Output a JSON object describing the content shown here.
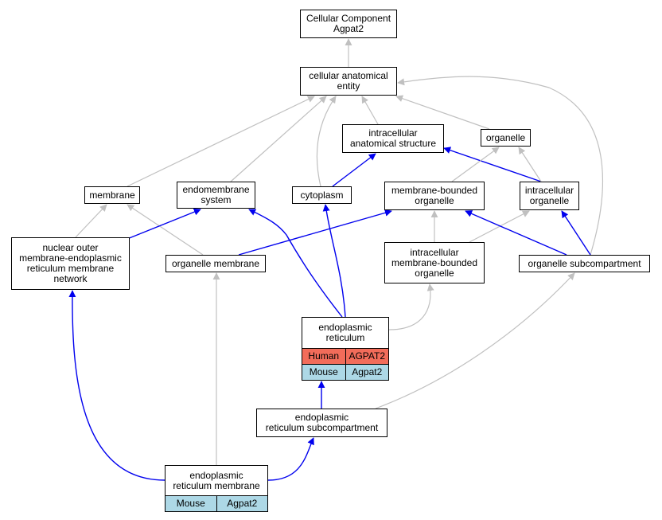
{
  "colors": {
    "human": "#f26c5a",
    "mouse": "#add8e6",
    "is_a_edge": "#c0c0c0",
    "part_of_edge": "#0000ee"
  },
  "nodes": {
    "cellular_component": {
      "label": "Cellular Component\nAgpat2"
    },
    "cellular_anatomical_entity": {
      "label": "cellular anatomical\nentity"
    },
    "intracellular_anatomical_structure": {
      "label": "intracellular\nanatomical structure"
    },
    "organelle": {
      "label": "organelle"
    },
    "membrane": {
      "label": "membrane"
    },
    "endomembrane_system": {
      "label": "endomembrane\nsystem"
    },
    "cytoplasm": {
      "label": "cytoplasm"
    },
    "membrane_bounded_organelle": {
      "label": "membrane-bounded\norganelle"
    },
    "intracellular_organelle": {
      "label": "intracellular\norganelle"
    },
    "nuclear_outer_membrane": {
      "label": "nuclear outer\nmembrane-endoplasmic\nreticulum membrane\nnetwork"
    },
    "organelle_membrane": {
      "label": "organelle membrane"
    },
    "intracellular_mbo": {
      "label": "intracellular\nmembrane-bounded\norganelle"
    },
    "organelle_subcompartment": {
      "label": "organelle subcompartment"
    },
    "endoplasmic_reticulum": {
      "label": "endoplasmic\nreticulum",
      "rows": [
        {
          "species": "Human",
          "gene": "AGPAT2"
        },
        {
          "species": "Mouse",
          "gene": "Agpat2"
        }
      ]
    },
    "er_subcompartment": {
      "label": "endoplasmic\nreticulum subcompartment"
    },
    "er_membrane": {
      "label": "endoplasmic\nreticulum membrane",
      "rows": [
        {
          "species": "Mouse",
          "gene": "Agpat2"
        }
      ]
    }
  },
  "edges": [
    {
      "from": "cellular_anatomical_entity",
      "to": "cellular_component",
      "type": "is_a"
    },
    {
      "from": "intracellular_anatomical_structure",
      "to": "cellular_anatomical_entity",
      "type": "is_a"
    },
    {
      "from": "organelle",
      "to": "cellular_anatomical_entity",
      "type": "is_a"
    },
    {
      "from": "membrane",
      "to": "cellular_anatomical_entity",
      "type": "is_a"
    },
    {
      "from": "endomembrane_system",
      "to": "cellular_anatomical_entity",
      "type": "is_a"
    },
    {
      "from": "cytoplasm",
      "to": "cellular_anatomical_entity",
      "type": "is_a"
    },
    {
      "from": "organelle_subcompartment",
      "to": "cellular_anatomical_entity",
      "type": "is_a"
    },
    {
      "from": "cytoplasm",
      "to": "intracellular_anatomical_structure",
      "type": "part_of"
    },
    {
      "from": "intracellular_organelle",
      "to": "intracellular_anatomical_structure",
      "type": "part_of"
    },
    {
      "from": "membrane_bounded_organelle",
      "to": "organelle",
      "type": "is_a"
    },
    {
      "from": "intracellular_organelle",
      "to": "organelle",
      "type": "is_a"
    },
    {
      "from": "nuclear_outer_membrane",
      "to": "membrane",
      "type": "is_a"
    },
    {
      "from": "organelle_membrane",
      "to": "membrane",
      "type": "is_a"
    },
    {
      "from": "nuclear_outer_membrane",
      "to": "endomembrane_system",
      "type": "part_of"
    },
    {
      "from": "organelle_membrane",
      "to": "membrane_bounded_organelle",
      "type": "part_of"
    },
    {
      "from": "intracellular_mbo",
      "to": "membrane_bounded_organelle",
      "type": "is_a"
    },
    {
      "from": "intracellular_mbo",
      "to": "intracellular_organelle",
      "type": "is_a"
    },
    {
      "from": "organelle_subcompartment",
      "to": "membrane_bounded_organelle",
      "type": "part_of"
    },
    {
      "from": "organelle_subcompartment",
      "to": "intracellular_organelle",
      "type": "part_of"
    },
    {
      "from": "endoplasmic_reticulum",
      "to": "endomembrane_system",
      "type": "part_of"
    },
    {
      "from": "endoplasmic_reticulum",
      "to": "cytoplasm",
      "type": "part_of"
    },
    {
      "from": "endoplasmic_reticulum",
      "to": "intracellular_mbo",
      "type": "is_a"
    },
    {
      "from": "er_subcompartment",
      "to": "organelle_subcompartment",
      "type": "is_a"
    },
    {
      "from": "er_subcompartment",
      "to": "endoplasmic_reticulum",
      "type": "part_of"
    },
    {
      "from": "er_membrane",
      "to": "organelle_membrane",
      "type": "is_a"
    },
    {
      "from": "er_membrane",
      "to": "nuclear_outer_membrane",
      "type": "part_of"
    },
    {
      "from": "er_membrane",
      "to": "er_subcompartment",
      "type": "part_of"
    }
  ]
}
